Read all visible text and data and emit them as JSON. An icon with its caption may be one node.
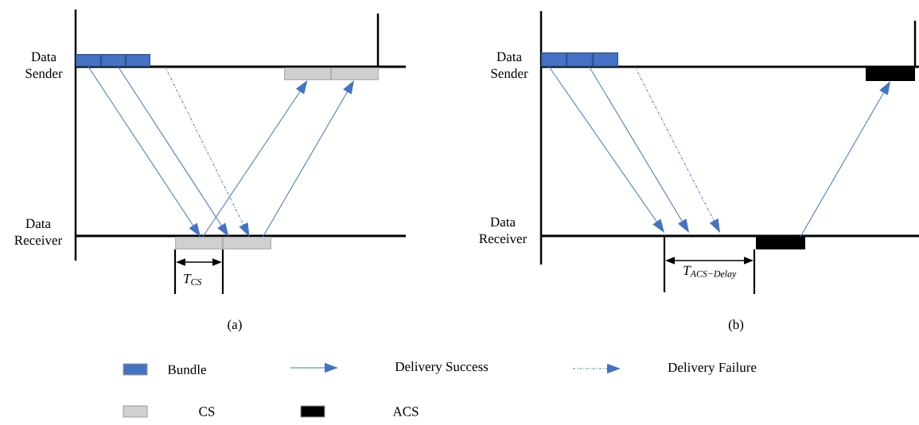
{
  "diagram": {
    "nodes": [
      {
        "text": [],
        "shape": "box"
      },
      {
        "text": [],
        "shape": "box"
      },
      {
        "text": [],
        "shape": "box"
      },
      {
        "text": [],
        "shape": "box"
      },
      {
        "text": [],
        "shape": "box"
      },
      {
        "text": [],
        "shape": "box"
      },
      {
        "text": [],
        "shape": "box"
      },
      {
        "text": [],
        "shape": "box"
      },
      {
        "text": [],
        "shape": "box"
      },
      {
        "text": [],
        "shape": "box"
      },
      {
        "text": [],
        "shape": "box"
      },
      {
        "text": [],
        "shape": "box"
      }
    ],
    "edges": [
      {
        "from": 0,
        "to": 5,
        "arrow": "to"
      },
      {
        "from": 1,
        "to": 6,
        "arrow": "to"
      },
      {
        "from": 2,
        "to": 6,
        "arrow": "to",
        "style": "dashed"
      },
      {
        "from": 5,
        "to": 3,
        "arrow": "to"
      },
      {
        "from": 6,
        "to": 4,
        "arrow": "to"
      },
      {
        "from": 7,
        "to": null,
        "arrow": "to"
      },
      {
        "from": 8,
        "to": null,
        "arrow": "to"
      },
      {
        "from": 9,
        "to": null,
        "arrow": "to",
        "style": "dashed"
      },
      {
        "from": 11,
        "to": 10,
        "arrow": "to"
      }
    ],
    "labels": [
      "Data Sender",
      "Data Receiver",
      "T$_{CS}$",
      "(a)",
      "Data Sender",
      "Data Receiver",
      "T$_{ACS−Delay}$",
      "(b)"
    ],
    "legend": [
      {
        "text": "Bundle",
        "color": "#4472c4"
      },
      {
        "text": "Delivery Success"
      },
      {
        "text": "Delivery Failure"
      },
      {
        "text": "CS",
        "color": "#d0d0d0"
      },
      {
        "text": "ACS",
        "color": "#000000"
      }
    ]
  }
}
